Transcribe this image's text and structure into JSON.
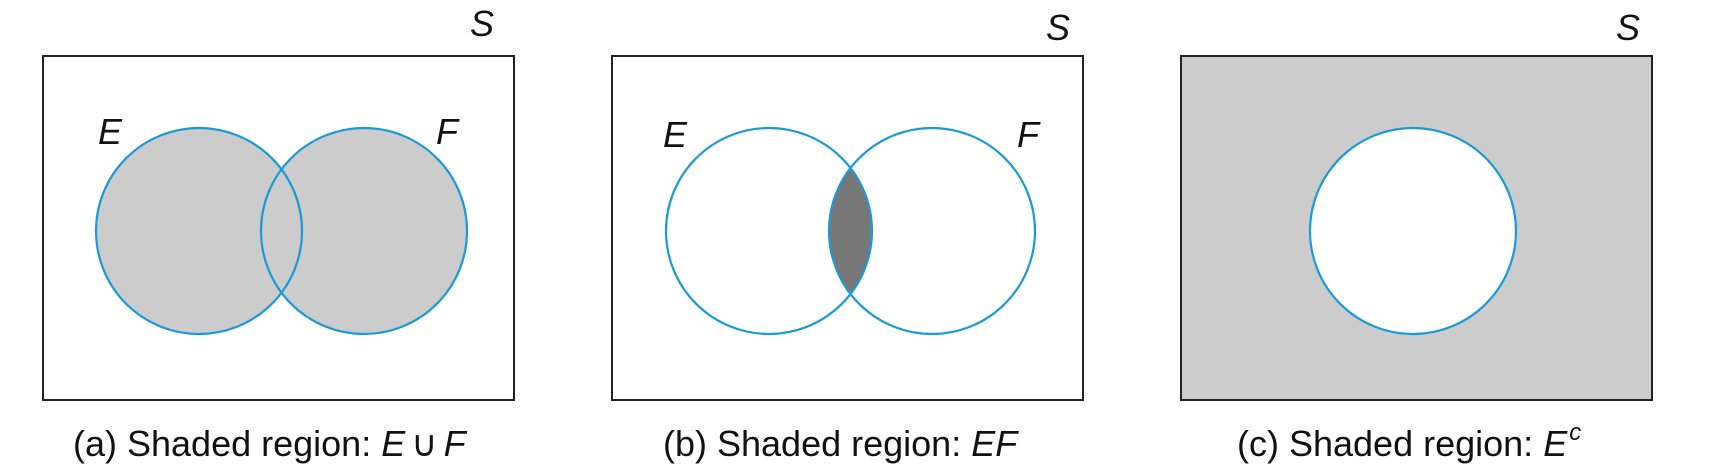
{
  "diagrams": [
    {
      "id": "a",
      "universe_label": "S",
      "set_labels": [
        "E",
        "F"
      ],
      "caption_prefix": "(a) Shaded region: ",
      "caption_expr_left": "E",
      "caption_operator": "∪",
      "caption_expr_right": "F",
      "shaded": "union"
    },
    {
      "id": "b",
      "universe_label": "S",
      "set_labels": [
        "E",
        "F"
      ],
      "caption_prefix": "(b) Shaded region: ",
      "caption_expr": "EF",
      "shaded": "intersection"
    },
    {
      "id": "c",
      "universe_label": "S",
      "caption_prefix": "(c) Shaded region: ",
      "caption_expr": "E",
      "caption_superscript": "c",
      "shaded": "complement"
    }
  ],
  "colors": {
    "circle_stroke": "#1a9bd7",
    "light_shade": "#cccccc",
    "dark_shade": "#777777",
    "box_stroke": "#222222",
    "background": "#ffffff"
  }
}
